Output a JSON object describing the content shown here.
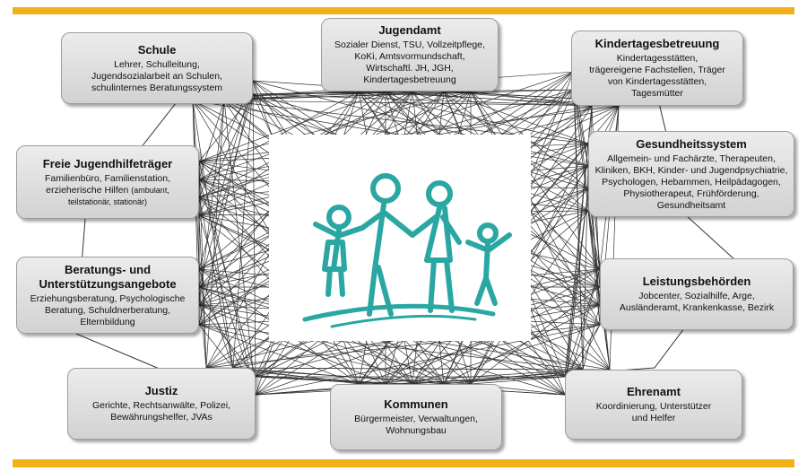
{
  "nodes": [
    {
      "key": "schule",
      "title": "Schule",
      "desc": [
        "Lehrer, Schulleitung,",
        "Jugendsozialarbeit an Schulen,",
        "schulinternes Beratungssystem"
      ]
    },
    {
      "key": "jugendamt",
      "title": "Jugendamt",
      "desc": [
        "Sozialer Dienst, TSU, Vollzeitpflege,",
        "KoKi, Amtsvormundschaft,",
        "Wirtschaftl. JH, JGH,",
        "Kindertagesbetreuung"
      ]
    },
    {
      "key": "kita",
      "title": "Kindertagesbetreuung",
      "desc": [
        "Kindertagesstätten,",
        "trägereigene Fachstellen, Träger",
        "von Kindertagesstätten,",
        "Tagesmütter"
      ]
    },
    {
      "key": "freie",
      "title": "Freie Jugendhilfeträger",
      "desc": [
        "Familienbüro, Familienstation,",
        "erzieherische Hilfen"
      ],
      "desc_small": [
        "(ambulant,",
        "teilstationär, stationär)"
      ]
    },
    {
      "key": "gesundheit",
      "title": "Gesundheitssystem",
      "desc": [
        "Allgemein- und Fachärzte, Therapeuten,",
        "Kliniken, BKH, Kinder- und Jugendpsychiatrie,",
        "Psychologen, Hebammen, Heilpädagogen,",
        "Physiotherapeut, Frühförderung,",
        "Gesundheitsamt"
      ]
    },
    {
      "key": "beratung",
      "title": "Beratungs- und Unterstützungsangebote",
      "desc": [
        "Erziehungsberatung, Psychologische",
        "Beratung, Schuldnerberatung,",
        "Elternbildung"
      ]
    },
    {
      "key": "leistung",
      "title": "Leistungsbehörden",
      "desc": [
        "Jobcenter, Sozialhilfe, Arge,",
        "Ausländeramt, Krankenkasse, Bezirk"
      ]
    },
    {
      "key": "justiz",
      "title": "Justiz",
      "desc": [
        "Gerichte, Rechtsanwälte, Polizei,",
        "Bewährungshelfer, JVAs"
      ]
    },
    {
      "key": "kommunen",
      "title": "Kommunen",
      "desc": [
        "Bürgermeister, Verwaltungen,",
        "Wohnungsbau"
      ]
    },
    {
      "key": "ehrenamt",
      "title": "Ehrenamt",
      "desc": [
        "Koordinierung, Unterstützer",
        "und Helfer"
      ]
    }
  ],
  "colors": {
    "accent_bar": "#f1b01a",
    "logo_teal": "#2aa7a3",
    "lines": "#333333"
  },
  "icons": {
    "center": "family-logo-icon"
  }
}
